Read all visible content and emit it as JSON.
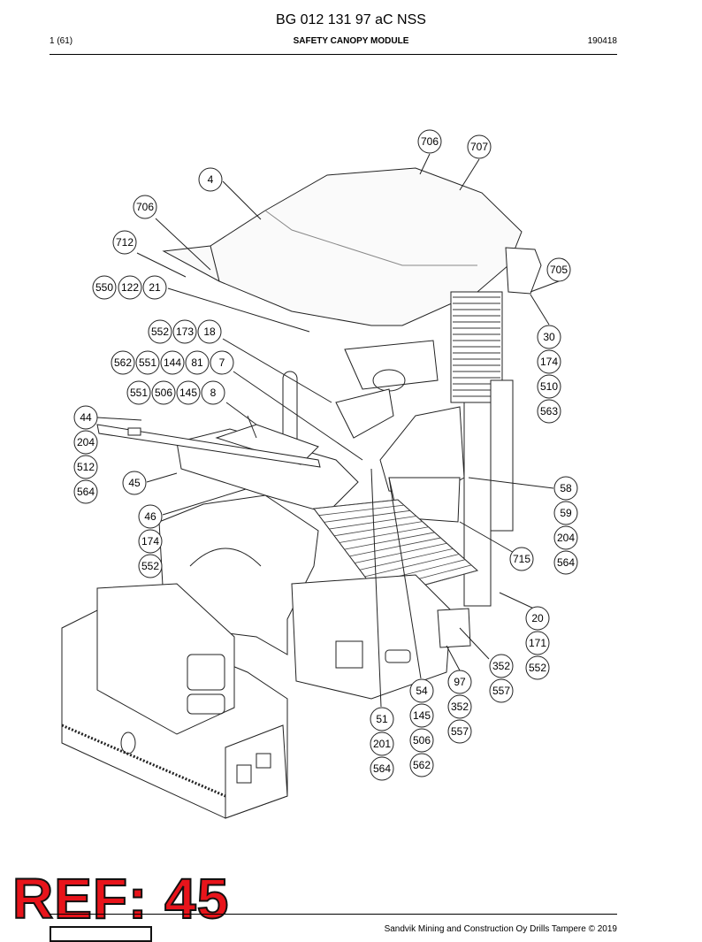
{
  "header": {
    "title": "BG 012 131 97 aC NSS",
    "page": "1 (61)",
    "module": "SAFETY CANOPY MODULE",
    "date": "190418"
  },
  "diagram": {
    "callouts": [
      {
        "label": "706"
      },
      {
        "label": "707"
      },
      {
        "label": "4"
      },
      {
        "label": "706"
      },
      {
        "label": "712"
      },
      {
        "label": "705"
      },
      {
        "label": "550"
      },
      {
        "label": "122"
      },
      {
        "label": "21"
      },
      {
        "label": "552"
      },
      {
        "label": "173"
      },
      {
        "label": "18"
      },
      {
        "label": "30"
      },
      {
        "label": "562"
      },
      {
        "label": "551"
      },
      {
        "label": "144"
      },
      {
        "label": "81"
      },
      {
        "label": "7"
      },
      {
        "label": "174"
      },
      {
        "label": "551"
      },
      {
        "label": "506"
      },
      {
        "label": "145"
      },
      {
        "label": "8"
      },
      {
        "label": "510"
      },
      {
        "label": "563"
      },
      {
        "label": "44"
      },
      {
        "label": "204"
      },
      {
        "label": "512"
      },
      {
        "label": "45"
      },
      {
        "label": "564"
      },
      {
        "label": "58"
      },
      {
        "label": "46"
      },
      {
        "label": "59"
      },
      {
        "label": "174"
      },
      {
        "label": "204"
      },
      {
        "label": "715"
      },
      {
        "label": "564"
      },
      {
        "label": "552"
      },
      {
        "label": "20"
      },
      {
        "label": "171"
      },
      {
        "label": "352"
      },
      {
        "label": "552"
      },
      {
        "label": "97"
      },
      {
        "label": "557"
      },
      {
        "label": "54"
      },
      {
        "label": "352"
      },
      {
        "label": "145"
      },
      {
        "label": "51"
      },
      {
        "label": "557"
      },
      {
        "label": "506"
      },
      {
        "label": "201"
      },
      {
        "label": "562"
      },
      {
        "label": "564"
      }
    ]
  },
  "stamp": {
    "ref": "REF: 45"
  },
  "footer": {
    "text": "Sandvik Mining and Construction Oy Drills Tampere © 2019"
  }
}
